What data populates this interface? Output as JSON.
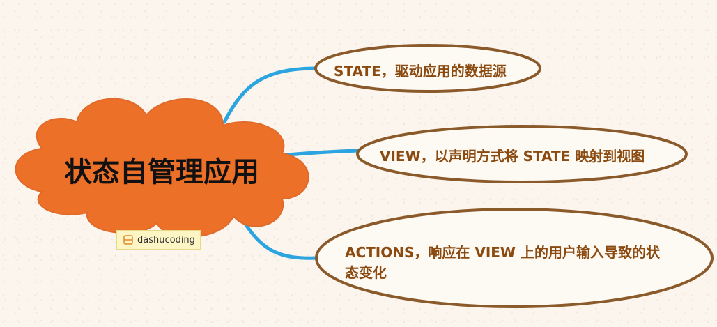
{
  "central_topic": {
    "label": "状态自管理应用",
    "color": "#ed7028"
  },
  "branch_color": "#2ba4e0",
  "node_border_color": "#8b5a2b",
  "node_text_color": "#8a4a10",
  "subtopics": [
    {
      "label": "STATE，驱动应用的数据源"
    },
    {
      "label": "VIEW，以声明方式将 STATE 映射到视图"
    },
    {
      "line1": "ACTIONS，响应在 VIEW 上的用户输入导致的状",
      "line2": "态变化"
    }
  ],
  "note": {
    "icon": "note-icon",
    "label": "dashucoding"
  }
}
